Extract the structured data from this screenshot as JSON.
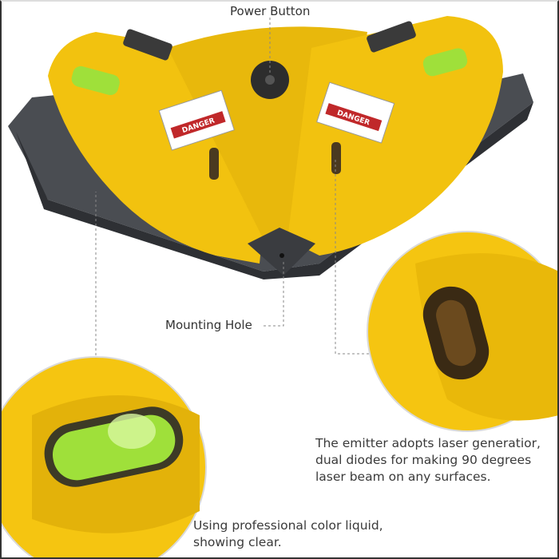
{
  "callouts": {
    "power_button": "Power Button",
    "mounting_hole": "Mounting Hole"
  },
  "descriptions": {
    "emitter": [
      "The emitter adopts laser generatior,",
      "dual diodes for making 90 degrees",
      "laser beam on any surfaces."
    ],
    "liquid": [
      "Using professional color liquid,",
      "showing clear."
    ]
  },
  "stickers": {
    "left": "DANGER",
    "right": "DANGER"
  },
  "colors": {
    "body": "#f2c20f",
    "base": "#4a4d52",
    "bubble": "#9fe03a"
  }
}
